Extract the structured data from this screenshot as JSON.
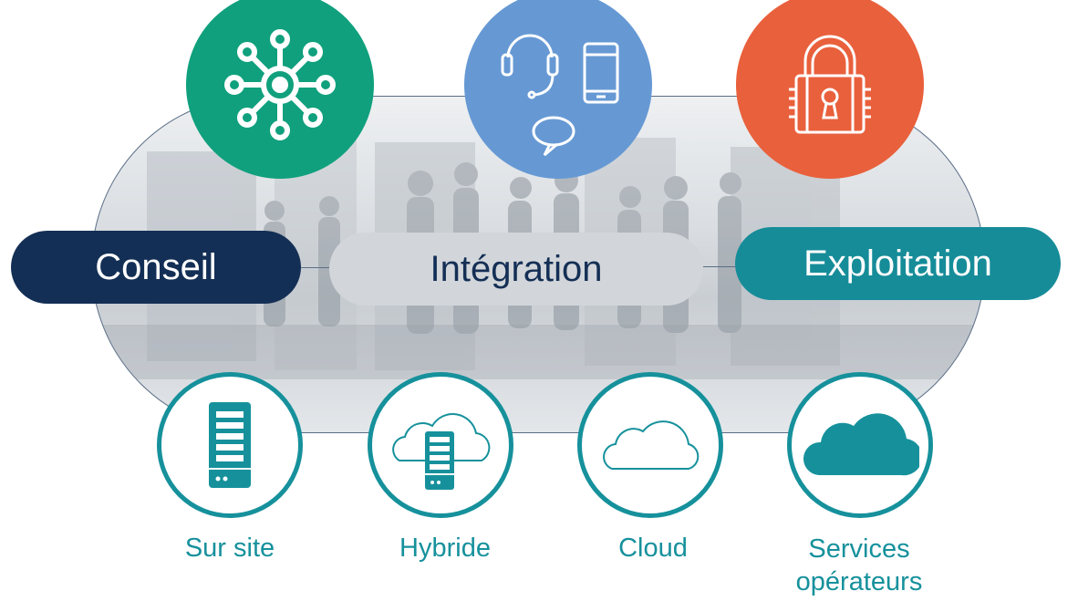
{
  "services": [
    {
      "label": "Conseil",
      "color": "#142f55",
      "icon": "network-hub-icon"
    },
    {
      "label": "Intégration",
      "color": "#d2d6da",
      "icon": "headset-mobile-chat-icon"
    },
    {
      "label": "Exploitation",
      "color": "#168c99",
      "icon": "padlock-icon"
    }
  ],
  "top_circle_colors": {
    "green": "#10a07d",
    "blue": "#6699d4",
    "red": "#e9603c"
  },
  "deployments": [
    {
      "label": "Sur site",
      "icon": "server-icon"
    },
    {
      "label": "Hybride",
      "icon": "cloud-server-icon"
    },
    {
      "label": "Cloud",
      "icon": "cloud-outline-icon"
    },
    {
      "label": "Services opérateurs",
      "icon": "cloud-filled-icon"
    }
  ],
  "accent": "#16919c"
}
